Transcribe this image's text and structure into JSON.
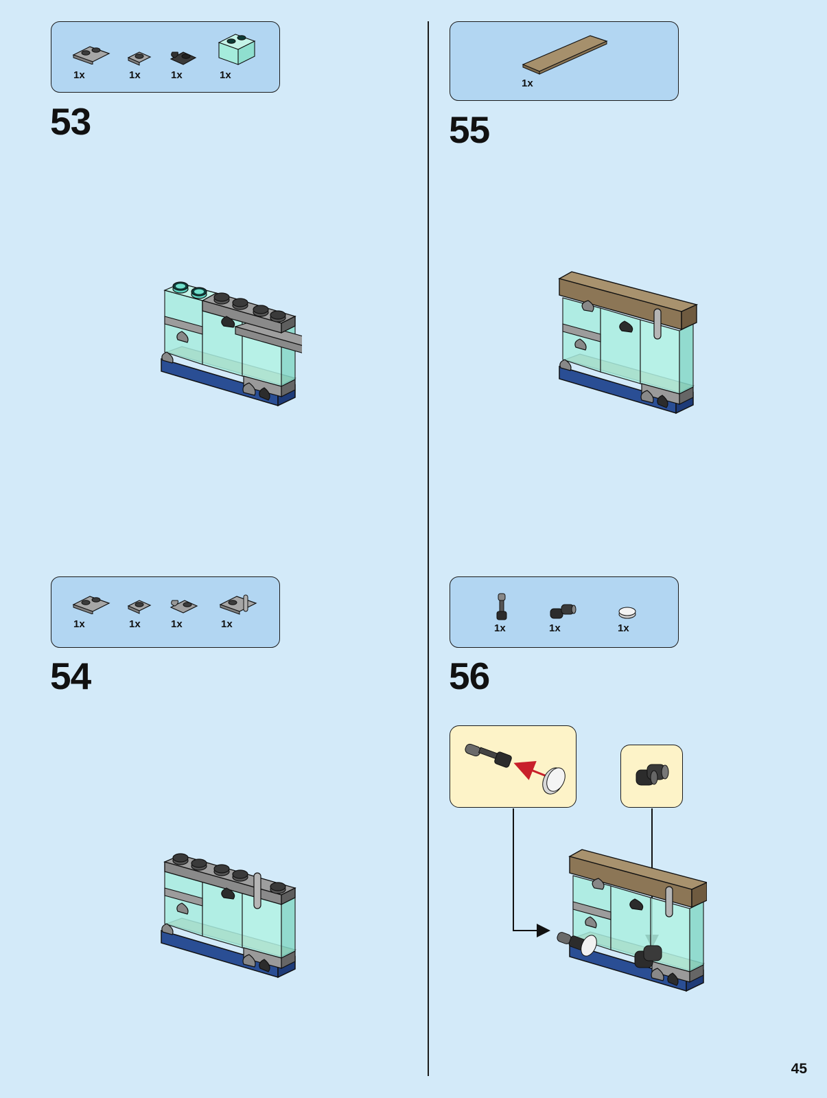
{
  "steps": [
    {
      "number": "53",
      "parts": [
        {
          "icon": "gray-plate-1x2-icon",
          "qty": "1x"
        },
        {
          "icon": "gray-plate-1x1-icon",
          "qty": "1x"
        },
        {
          "icon": "black-clip-plate-icon",
          "qty": "1x"
        },
        {
          "icon": "trans-light-blue-brick-1x2-icon",
          "qty": "1x"
        }
      ]
    },
    {
      "number": "54",
      "parts": [
        {
          "icon": "gray-plate-1x2-icon",
          "qty": "1x"
        },
        {
          "icon": "gray-plate-1x1-icon",
          "qty": "1x"
        },
        {
          "icon": "gray-clip-plate-icon",
          "qty": "1x"
        },
        {
          "icon": "gray-plate-with-bar-icon",
          "qty": "1x"
        }
      ]
    },
    {
      "number": "55",
      "parts": [
        {
          "icon": "tan-tile-1x6-icon",
          "qty": "1x"
        }
      ]
    },
    {
      "number": "56",
      "parts": [
        {
          "icon": "black-bar-with-holder-icon",
          "qty": "1x"
        },
        {
          "icon": "black-binoculars-icon",
          "qty": "1x"
        },
        {
          "icon": "white-round-tile-icon",
          "qty": "1x"
        }
      ]
    }
  ],
  "page_number": "45",
  "colors": {
    "page_background": "#d3eaf9",
    "parts_box": "#b2d6f2",
    "callout": "#fdf3c8",
    "assembly_arrow": "#c8202a"
  }
}
